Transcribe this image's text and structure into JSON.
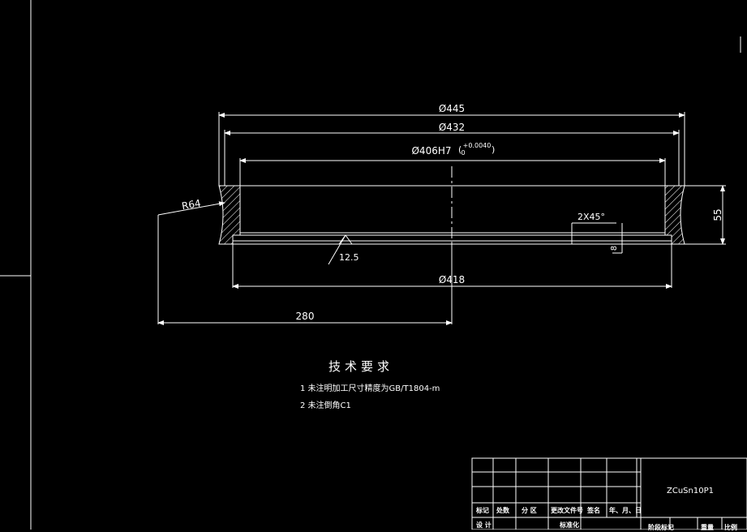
{
  "dimensions": {
    "d445": "Ø445",
    "d432": "Ø432",
    "d406_main": "Ø406H7",
    "d406_tol_upper": "+0.0040",
    "d406_tol_lower": "0",
    "d418": "Ø418",
    "r64": "R64",
    "chamfer": "2X45°",
    "h55": "55",
    "d280": "280",
    "roughness": "12.5",
    "small_8": "8"
  },
  "tech_requirements": {
    "title": "技术要求",
    "items": [
      "1  未注明加工尺寸精度为GB/T1804-m",
      "2  未注倒角C1"
    ]
  },
  "title_block": {
    "material": "ZCuSn10P1",
    "header_cells": [
      "标记",
      "处数",
      "分  区",
      "更改文件号",
      "签名",
      "年、月、日"
    ],
    "row2_cells": [
      "设  计",
      "",
      "",
      "标准化"
    ],
    "right_cells": [
      "阶段标记",
      "重量",
      "比例"
    ]
  },
  "colors": {
    "background": "#000000",
    "line": "#ffffff"
  }
}
